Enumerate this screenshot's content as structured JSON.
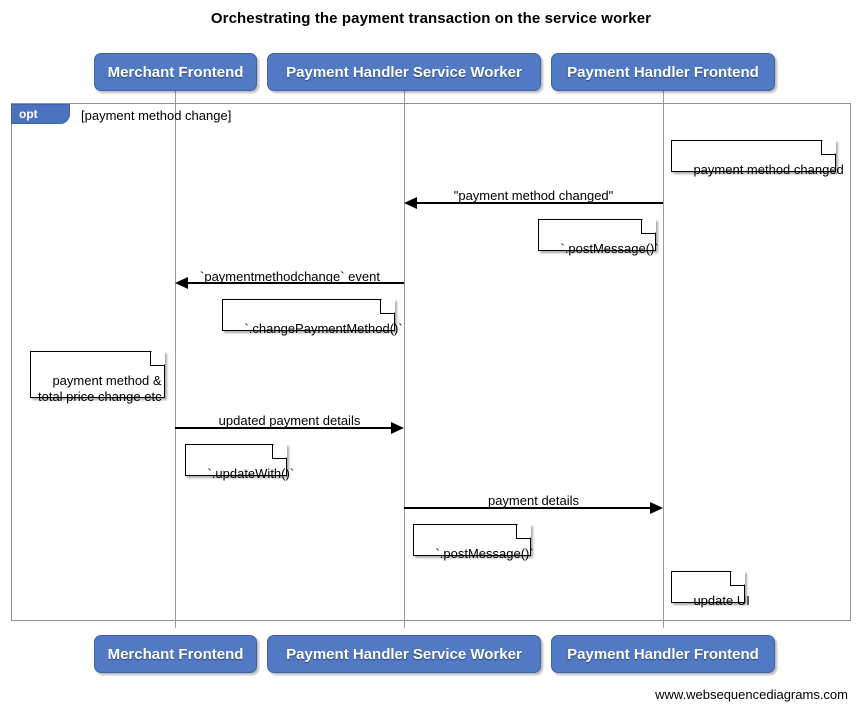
{
  "diagram": {
    "title": "Orchestrating the payment transaction on the service worker",
    "footer_credit": "www.websequencediagrams.com",
    "colors": {
      "participant_fill": "#5179c4",
      "participant_border": "#3f62a8",
      "participant_text": "#ffffff",
      "frame_border": "#8d8d8d",
      "frame_tab_fill": "#4a72be",
      "note_fill": "#ffffff",
      "note_border": "#000000",
      "line": "#000000",
      "lifeline": "#9a9a9a",
      "background": "#ffffff"
    }
  },
  "participants": [
    {
      "id": "merchant-frontend",
      "label": "Merchant Frontend"
    },
    {
      "id": "payment-handler-service-worker",
      "label": "Payment Handler Service Worker"
    },
    {
      "id": "payment-handler-frontend",
      "label": "Payment Handler Frontend"
    }
  ],
  "fragment": {
    "type": "opt",
    "tab_label": "opt",
    "guard": "[payment method change]"
  },
  "messages": [
    {
      "id": "msg-payment-method-changed",
      "label": "\"payment method changed\"",
      "from": "payment-handler-frontend",
      "to": "payment-handler-service-worker",
      "direction": "left"
    },
    {
      "id": "msg-paymentmethodchange-event",
      "label": "`paymentmethodchange` event",
      "from": "payment-handler-service-worker",
      "to": "merchant-frontend",
      "direction": "left"
    },
    {
      "id": "msg-updated-payment-details",
      "label": "updated payment details",
      "from": "merchant-frontend",
      "to": "payment-handler-service-worker",
      "direction": "right"
    },
    {
      "id": "msg-payment-details",
      "label": "payment details",
      "from": "payment-handler-service-worker",
      "to": "payment-handler-frontend",
      "direction": "right"
    }
  ],
  "notes": [
    {
      "id": "note-payment-method-changed",
      "text": "payment method changed"
    },
    {
      "id": "note-post-message-1",
      "text": "`.postMessage()`"
    },
    {
      "id": "note-change-payment-method",
      "text": "`.changePaymentMethod()`"
    },
    {
      "id": "note-payment-method-total-price",
      "text": "payment method &\ntotal price change etc"
    },
    {
      "id": "note-update-with",
      "text": "`.updateWith()`"
    },
    {
      "id": "note-post-message-2",
      "text": "`.postMessage()`"
    },
    {
      "id": "note-update-ui",
      "text": "update UI"
    }
  ]
}
